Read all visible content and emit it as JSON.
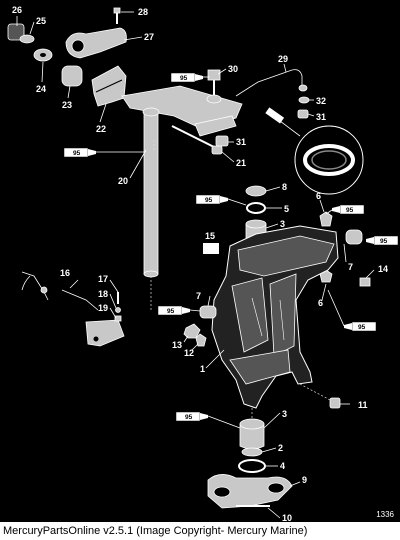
{
  "diagram": {
    "callouts": {
      "c1": "1",
      "c2": "2",
      "c3": "3",
      "c3b": "3",
      "c4": "4",
      "c5": "5",
      "c6": "6",
      "c6b": "6",
      "c7": "7",
      "c7b": "7",
      "c8": "8",
      "c9": "9",
      "c10": "10",
      "c11": "11",
      "c12": "12",
      "c13": "13",
      "c14": "14",
      "c15": "15",
      "c16": "16",
      "c17": "17",
      "c18": "18",
      "c19": "19",
      "c20": "20",
      "c21": "21",
      "c22": "22",
      "c23": "23",
      "c24": "24",
      "c25": "25",
      "c26": "26",
      "c27": "27",
      "c28": "28",
      "c29": "29",
      "c30": "30",
      "c31": "31",
      "c31b": "31",
      "c32": "32"
    },
    "lubricant_tubes": {
      "t1": "95",
      "t2": "95",
      "t3": "95",
      "t4": "95",
      "t5": "95",
      "t6": "95",
      "t7": "95",
      "t8": "95"
    },
    "figure_code": "1336"
  },
  "footer": {
    "text": "MercuryPartsOnline v2.5.1 (Image Copyright- Mercury Marine)"
  }
}
